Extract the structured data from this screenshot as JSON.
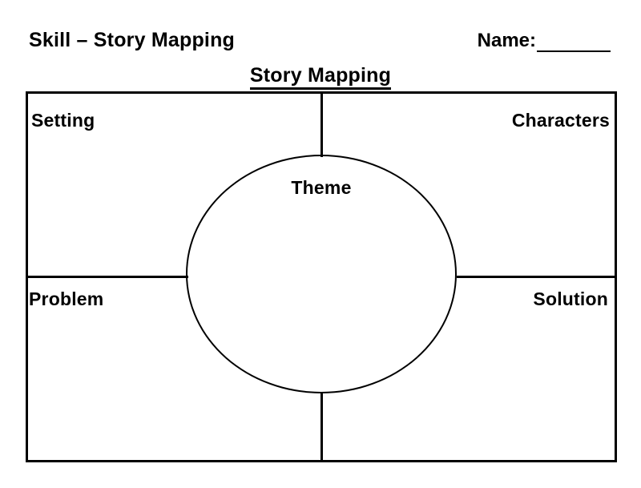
{
  "header": {
    "skill_title": "Skill – Story Mapping",
    "name_label": "Name:",
    "name_value": ""
  },
  "worksheet": {
    "title": "Story Mapping",
    "center": {
      "label": "Theme"
    },
    "quadrants": [
      {
        "key": "setting",
        "label": "Setting",
        "position": "top-left"
      },
      {
        "key": "characters",
        "label": "Characters",
        "position": "top-right"
      },
      {
        "key": "problem",
        "label": "Problem",
        "position": "bottom-left"
      },
      {
        "key": "solution",
        "label": "Solution",
        "position": "bottom-right"
      }
    ]
  },
  "style": {
    "ink_color": "#000000",
    "paper_color": "#ffffff"
  }
}
